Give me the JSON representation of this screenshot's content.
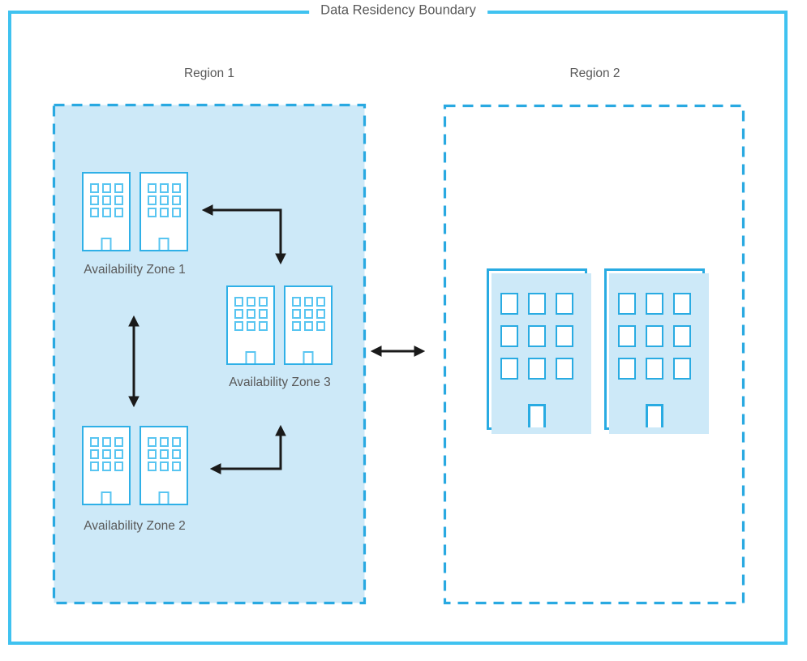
{
  "diagram": {
    "boundary_label": "Data Residency Boundary",
    "regions": [
      {
        "name": "Region 1",
        "zones": [
          {
            "label": "Availability Zone 1",
            "buildings": 2
          },
          {
            "label": "Availability Zone 2",
            "buildings": 2
          },
          {
            "label": "Availability Zone 3",
            "buildings": 2
          }
        ]
      },
      {
        "name": "Region 2",
        "buildings": 2
      }
    ],
    "arrows": [
      {
        "between": [
          "Availability Zone 1",
          "Availability Zone 3"
        ],
        "bidirectional": true
      },
      {
        "between": [
          "Availability Zone 1",
          "Availability Zone 2"
        ],
        "bidirectional": true
      },
      {
        "between": [
          "Availability Zone 2",
          "Availability Zone 3"
        ],
        "bidirectional": true
      },
      {
        "between": [
          "Region 1",
          "Region 2"
        ],
        "bidirectional": true
      }
    ],
    "icons": {
      "building": "building-icon"
    },
    "colors": {
      "accent": "#29abe2",
      "region_fill": "#cde9f8",
      "outer_border": "#3fc2f0",
      "text": "#595959",
      "arrow": "#1a1a1a"
    }
  }
}
